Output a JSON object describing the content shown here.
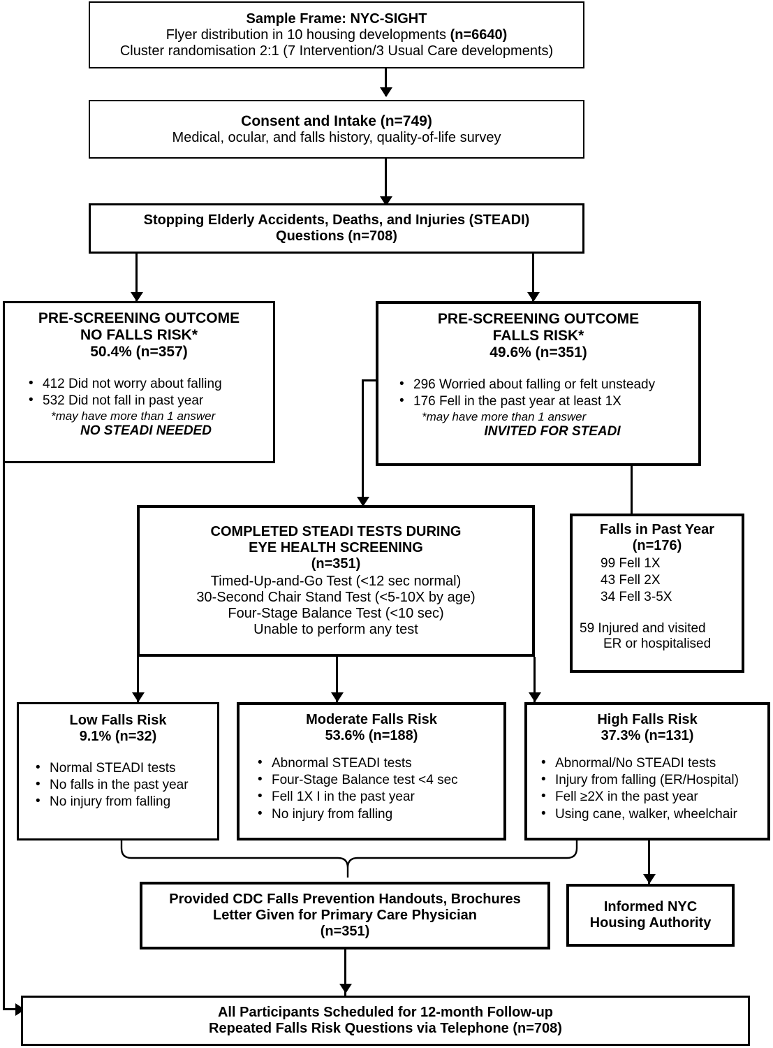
{
  "figure": {
    "type": "flowchart",
    "title": "NYC-SIGHT falls risk pre-screening and STEADI testing participant flow"
  },
  "nodes": {
    "sample_frame": {
      "line1": "Sample Frame: NYC-SIGHT",
      "line2a": "Flyer distribution in 10 housing developments ",
      "line2b": "(n=6640)",
      "line3": "Cluster randomisation 2:1 (7 Intervention/3 Usual Care developments)"
    },
    "consent": {
      "line1": "Consent and Intake (n=749)",
      "line2": "Medical, ocular, and falls history, quality-of-life survey"
    },
    "steadi_questions": {
      "line1": "Stopping Elderly Accidents, Deaths, and Injuries (STEADI)",
      "line2": "Questions (n=708)"
    },
    "no_falls_risk": {
      "line1": "PRE-SCREENING OUTCOME",
      "line2": "NO FALLS RISK*",
      "line3": "50.4% (n=357)",
      "bullets": [
        "412 Did not worry about falling",
        "532 Did not fall in past year"
      ],
      "footnote": "*may have more than 1 answer",
      "conclusion": "NO STEADI NEEDED"
    },
    "falls_risk": {
      "line1": "PRE-SCREENING OUTCOME",
      "line2": "FALLS RISK*",
      "line3": "49.6% (n=351)",
      "bullets": [
        "296 Worried about falling or felt unsteady",
        "176 Fell in the past year at least 1X"
      ],
      "footnote": "*may have more than 1 answer",
      "conclusion": "INVITED FOR STEADI"
    },
    "completed_steadi": {
      "line1": "COMPLETED STEADI TESTS DURING",
      "line2": "EYE HEALTH SCREENING",
      "line3": "(n=351)",
      "tests": [
        "Timed-Up-and-Go Test (<12 sec normal)",
        "30-Second Chair Stand Test (<5-10X by age)",
        "Four-Stage Balance Test (<10 sec)",
        "Unable to perform any test"
      ]
    },
    "falls_past_year": {
      "line1": "Falls in Past Year",
      "line2": "(n=176)",
      "counts": [
        "99 Fell 1X",
        "43 Fell 2X",
        "34 Fell 3-5X"
      ],
      "injury_line1": "59 Injured and visited",
      "injury_line2": "ER or hospitalised"
    },
    "low_risk": {
      "line1": "Low Falls Risk",
      "line2": "9.1% (n=32)",
      "bullets": [
        "Normal STEADI tests",
        "No falls in the past year",
        "No injury from falling"
      ]
    },
    "moderate_risk": {
      "line1": "Moderate Falls Risk",
      "line2": "53.6% (n=188)",
      "bullets": [
        "Abnormal STEADI tests",
        "Four-Stage Balance test <4 sec",
        "Fell 1X I in the past year",
        "No injury from falling"
      ]
    },
    "high_risk": {
      "line1": "High Falls Risk",
      "line2": "37.3% (n=131)",
      "bullets": [
        "Abnormal/No STEADI tests",
        "Injury from falling (ER/Hospital)",
        "Fell ≥2X in the past year",
        "Using cane, walker, wheelchair"
      ]
    },
    "handouts": {
      "line1": "Provided CDC Falls Prevention Handouts, Brochures",
      "line2": "Letter Given for Primary Care Physician",
      "line3": "(n=351)"
    },
    "informed_nycha": {
      "line1": "Informed NYC",
      "line2": "Housing Authority"
    },
    "followup": {
      "line1": "All Participants Scheduled for 12-month Follow-up",
      "line2": "Repeated Falls Risk Questions via Telephone (n=708)"
    }
  },
  "colors": {
    "stroke": "#000000",
    "fill": "#ffffff",
    "text": "#000000"
  }
}
